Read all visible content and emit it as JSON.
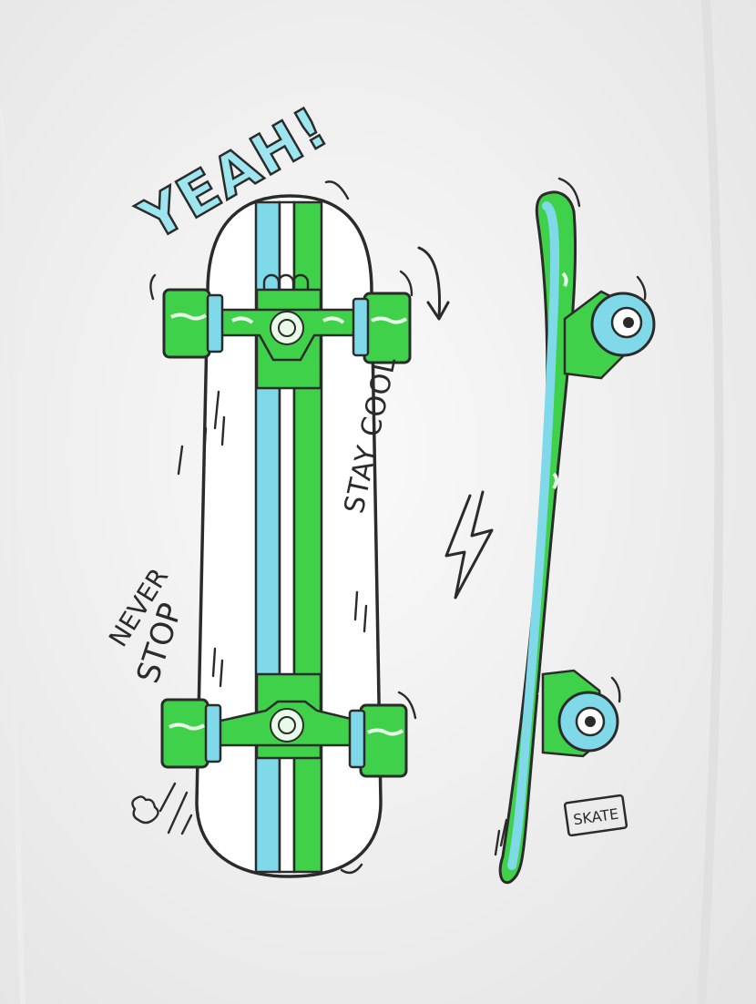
{
  "image": {
    "subject": "skateboard-graphic-tshirt",
    "texts": {
      "yeah": "YEAH!",
      "stay_cool": "STAY COOL",
      "never": "NEVER",
      "stop": "STOP",
      "skate": "SKATE"
    },
    "colors": {
      "shirt": "#f4f4f4",
      "ink": "#2b2b2b",
      "green": "#3fd14a",
      "blue": "#7fd9e8",
      "light": "#e8fbe8"
    }
  }
}
